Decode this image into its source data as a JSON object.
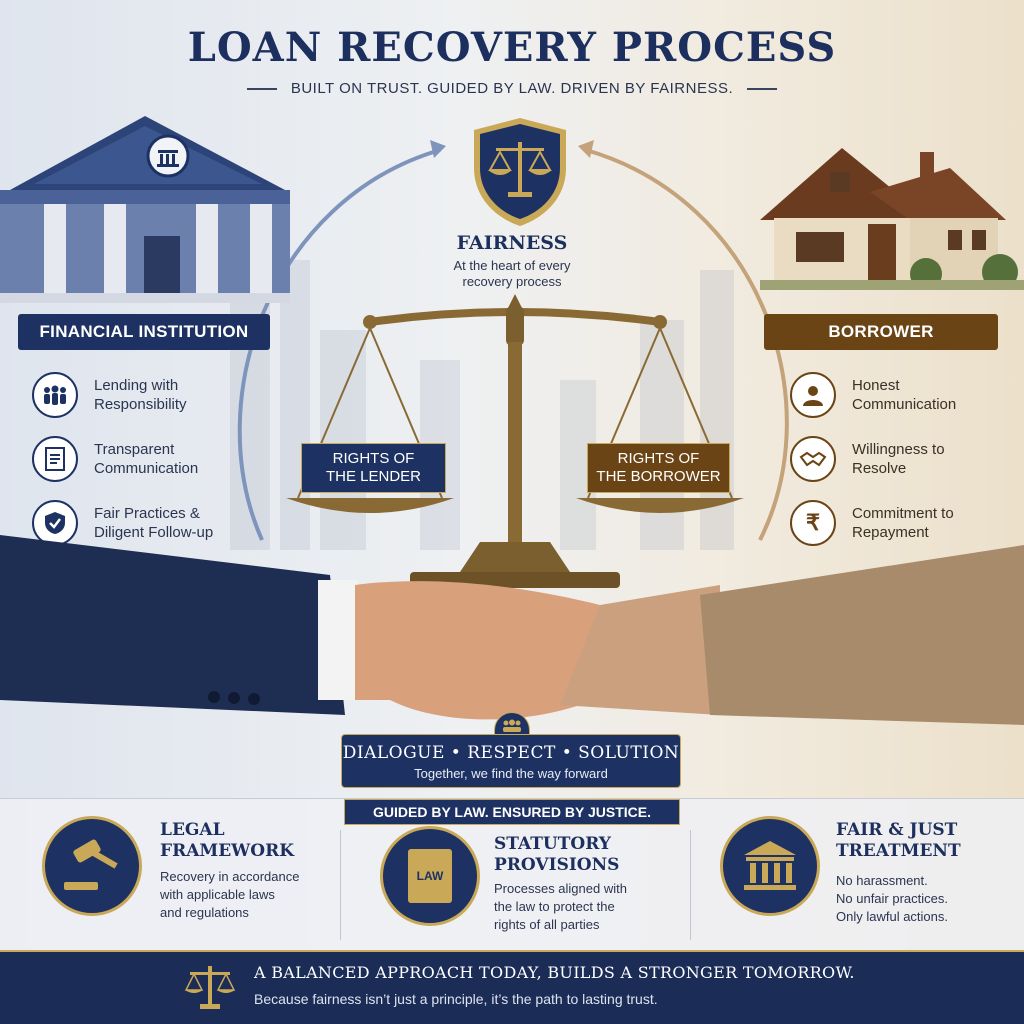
{
  "header": {
    "title": "LOAN RECOVERY PROCESS",
    "subtitle": "BUILT ON TRUST. GUIDED BY LAW. DRIVEN BY FAIRNESS."
  },
  "center": {
    "title": "FAIRNESS",
    "subtitle": "At the heart of every\nrecovery process",
    "lender_label": "RIGHTS OF\nTHE LENDER",
    "borrower_label": "RIGHTS OF\nTHE BORROWER"
  },
  "left": {
    "label": "FINANCIAL INSTITUTION",
    "items": [
      {
        "text": "Lending with\nResponsibility",
        "icon": "people-group-icon"
      },
      {
        "text": "Transparent\nCommunication",
        "icon": "document-icon"
      },
      {
        "text": "Fair Practices &\nDiligent Follow-up",
        "icon": "shield-check-icon"
      }
    ]
  },
  "right": {
    "label": "BORROWER",
    "items": [
      {
        "text": "Honest\nCommunication",
        "icon": "person-icon"
      },
      {
        "text": "Willingness to\nResolve",
        "icon": "handshake-icon"
      },
      {
        "text": "Commitment to\nRepayment",
        "icon": "rupee-icon"
      }
    ]
  },
  "dialogue": {
    "values": "DIALOGUE  •  RESPECT  •  SOLUTION",
    "tagline": "Together, we find the way forward",
    "guided": "GUIDED BY LAW. ENSURED BY JUSTICE."
  },
  "pillars": [
    {
      "title": "LEGAL\nFRAMEWORK",
      "text": "Recovery in accordance\nwith applicable laws\nand regulations",
      "icon": "gavel-icon"
    },
    {
      "title": "STATUTORY\nPROVISIONS",
      "text": "Processes aligned with\nthe law to protect the\nrights of all parties",
      "icon": "law-book-icon",
      "icon_text": "LAW"
    },
    {
      "title": "FAIR & JUST\nTREATMENT",
      "text": "No harassment.\nNo unfair practices.\nOnly lawful actions.",
      "icon": "courthouse-icon"
    }
  ],
  "footer": {
    "main": "A BALANCED APPROACH TODAY, BUILDS A STRONGER TOMORROW.",
    "sub": "Because fairness isn’t just a principle, it’s the path to lasting trust."
  },
  "colors": {
    "navy": "#1d3163",
    "brown": "#6b4415",
    "gold": "#c9a957"
  }
}
